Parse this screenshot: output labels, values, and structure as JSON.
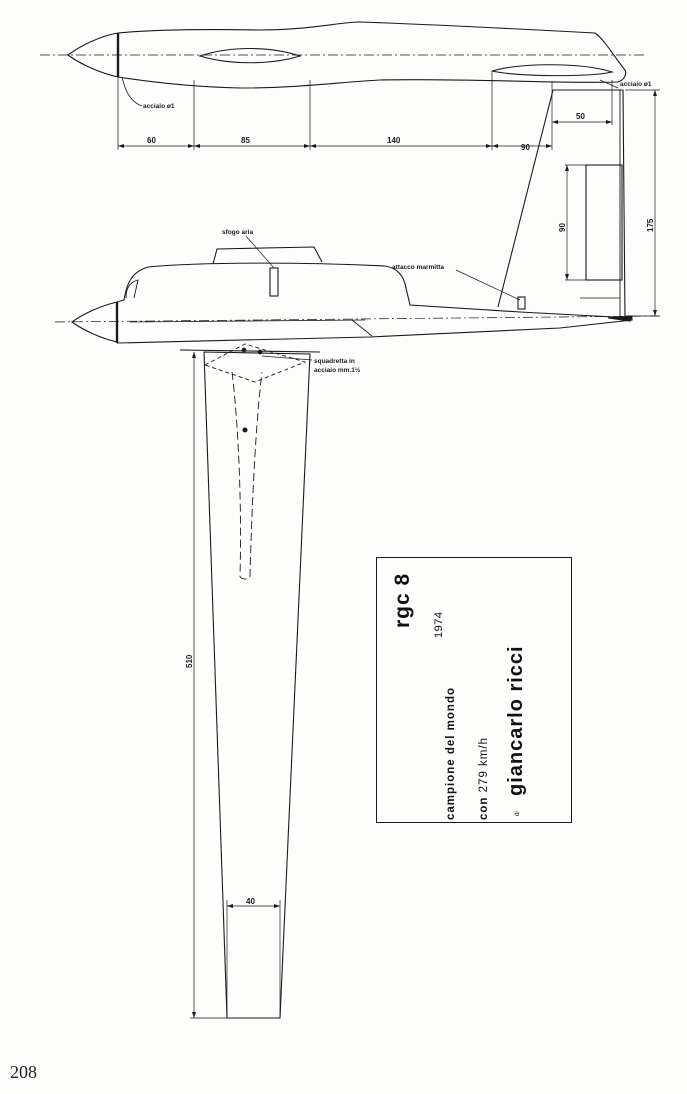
{
  "page_number": "208",
  "title_block": {
    "model": "rgc 8",
    "championship": "campione del mondo",
    "year": "1974",
    "speed_prefix": "con",
    "speed_value": "279 km/h",
    "author_prefix": "di",
    "author": "giancarlo ricci"
  },
  "top_view": {
    "labels": {
      "steel_nose": "acciaio ø1",
      "steel_tail": "acciaio ø1"
    },
    "dimensions": [
      "60",
      "85",
      "140",
      "90",
      "50"
    ]
  },
  "side_view": {
    "labels": {
      "air_vent": "sfogo aria",
      "muffler_mount": "attacco marmitta",
      "bracket_line1": "squadretta in",
      "bracket_line2": "acciaio mm.1½"
    },
    "dimensions": {
      "fin_window": "90",
      "fin_height": "175"
    }
  },
  "wing": {
    "dimensions": {
      "span": "510",
      "tip_chord": "40"
    }
  }
}
